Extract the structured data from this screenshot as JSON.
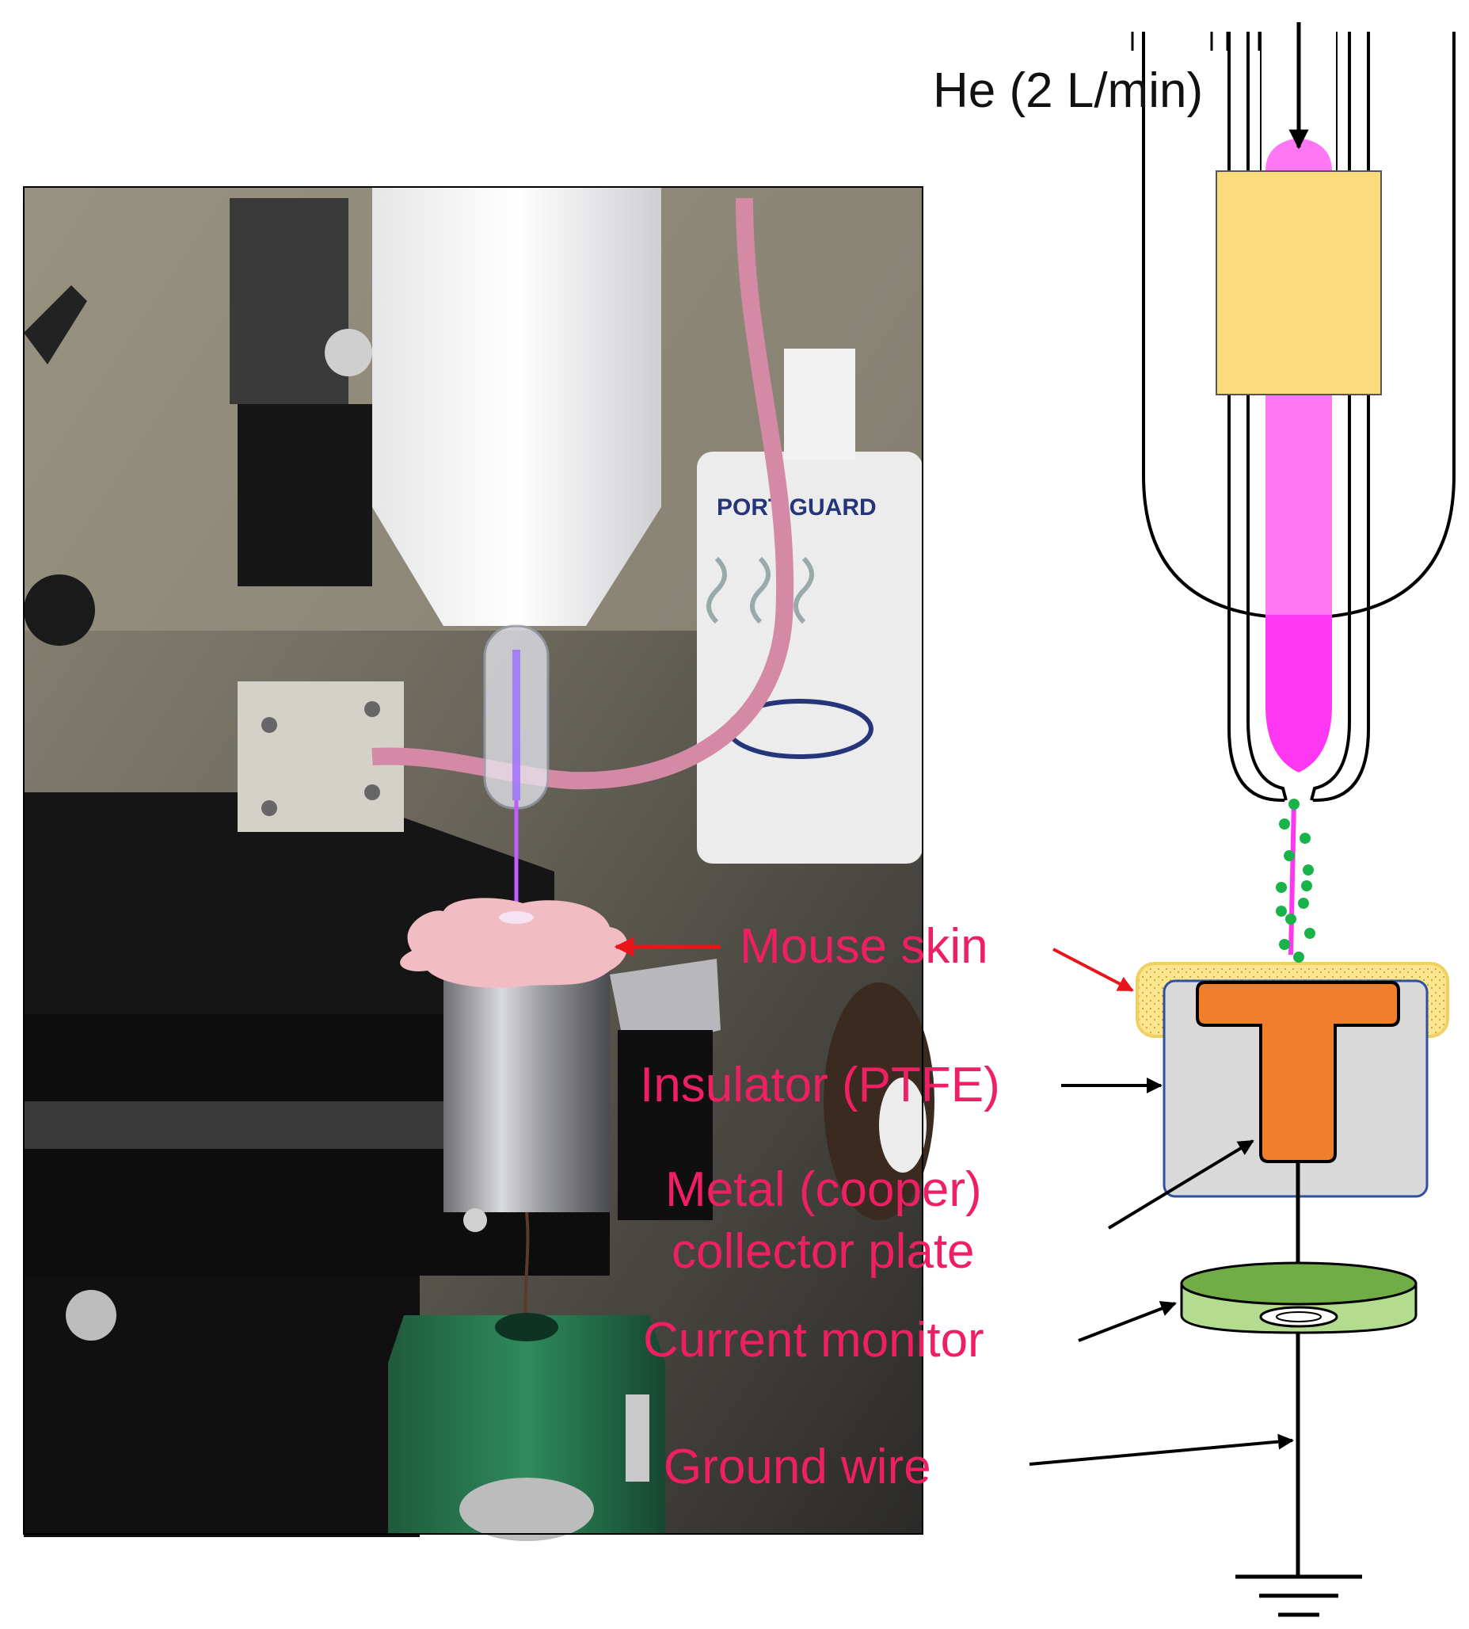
{
  "gas_flow_label": "He (2 L/min)",
  "labels": {
    "mouse_skin": "Mouse skin",
    "insulator": "Insulator (PTFE)",
    "metal_line1": "Metal (cooper)",
    "metal_line2": "collector plate",
    "current_monitor": "Current monitor",
    "ground_wire": "Ground wire"
  },
  "colors": {
    "label_text": "#ee1f63",
    "plasma": "#ff36f2",
    "plasma_light": "#ff77f4",
    "electrode": "#fcdb7e",
    "collector": "#ef7e2d",
    "insulator_fill": "#d9d9d9",
    "insulator_border": "#2f4f9f",
    "skin": "#fbe58e",
    "monitor": "#70ad47",
    "monitor_light": "#b3dc8f",
    "species_dots": "#1ab34a",
    "red_arrow": "#e8151b"
  },
  "photo_text": {
    "cylinder_brand": "PORT GUARD"
  }
}
